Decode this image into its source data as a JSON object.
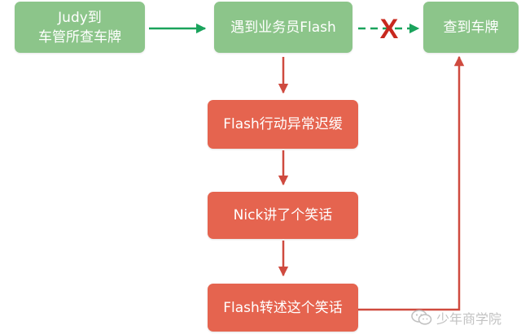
{
  "nodes": {
    "judy_to_dmv": "Judy到\n车管所查车牌",
    "meet_flash": "遇到业务员Flash",
    "check_plate": "查到车牌",
    "flash_slow": "Flash行动异常迟缓",
    "nick_joke": "Nick讲了个笑话",
    "flash_retell": "Flash转述这个笑话"
  },
  "blocked_mark": "X",
  "watermark": {
    "text": "少年商学院",
    "icon": "wechat-icon"
  },
  "colors": {
    "green_node": "#8cc58a",
    "red_node": "#e5644f",
    "green_arrow": "#1aa35c",
    "red_arrow": "#cf4a3f",
    "blocked_mark": "#c8281e"
  }
}
